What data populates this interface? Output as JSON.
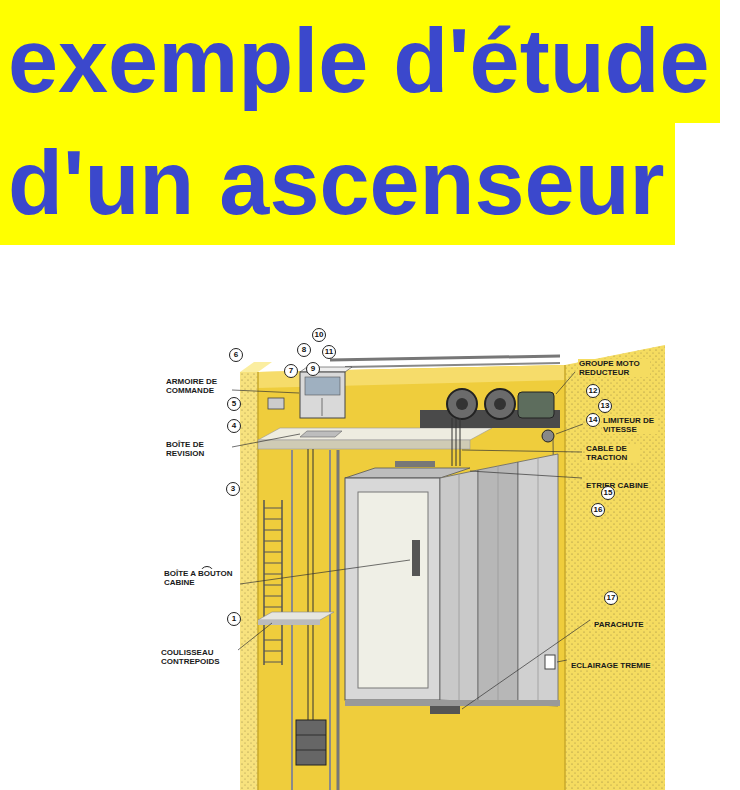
{
  "diagram": {
    "title": "exemple d'étude d'un ascenseur",
    "labels": [
      "10",
      "8",
      "11",
      "6",
      "7",
      "9",
      "GROUPE MOTO REDUCTEUR",
      "ARMOIRE DE COMMANDE",
      "12",
      "5",
      "13",
      "14",
      "LIMITEUR DE VITESSE",
      "4",
      "BOÎTE DE REVISION",
      "CABLE DE TRACTION",
      "ETRIER CABINE",
      "15",
      "3",
      "16",
      "2",
      "BOÎTE A BOUTON CABINE",
      "17",
      "1",
      "PARACHUTE",
      "COULISSEAU CONTREPOIDS",
      "ECLAIRAGE TREMIE"
    ]
  }
}
